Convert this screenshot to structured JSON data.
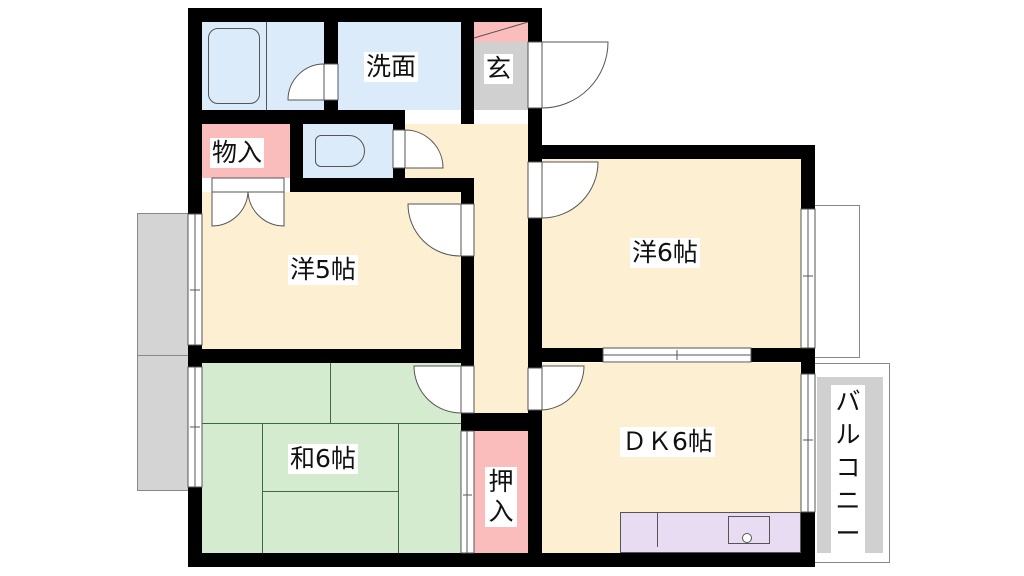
{
  "floorplan": {
    "rooms": [
      {
        "id": "washroom",
        "label": "洗面",
        "color": "#dcebfa"
      },
      {
        "id": "bath",
        "label": "",
        "color": "#dcebfa"
      },
      {
        "id": "entrance",
        "label": "玄",
        "color": "#d0d0d0"
      },
      {
        "id": "storage",
        "label": "物入",
        "color": "#fbbcbc"
      },
      {
        "id": "toilet",
        "label": "",
        "color": "#dcebfa"
      },
      {
        "id": "western5",
        "label": "洋5帖",
        "color": "#fdf0d2"
      },
      {
        "id": "western6",
        "label": "洋6帖",
        "color": "#fdf0d2"
      },
      {
        "id": "japanese6",
        "label": "和6帖",
        "color": "#d5ebd0"
      },
      {
        "id": "closet",
        "label": "押入",
        "color": "#fbbcbc"
      },
      {
        "id": "dk6",
        "label": "ＤＫ6帖",
        "color": "#fdf0d2"
      },
      {
        "id": "balcony",
        "label": "バルコニー",
        "color": "#d0d0d0"
      },
      {
        "id": "hallway",
        "label": "",
        "color": "#fdf0d2"
      }
    ],
    "colors": {
      "wall": "#000000",
      "kitchen": "#e8dcf2",
      "exterior_gray": "#d4d4d4"
    }
  }
}
